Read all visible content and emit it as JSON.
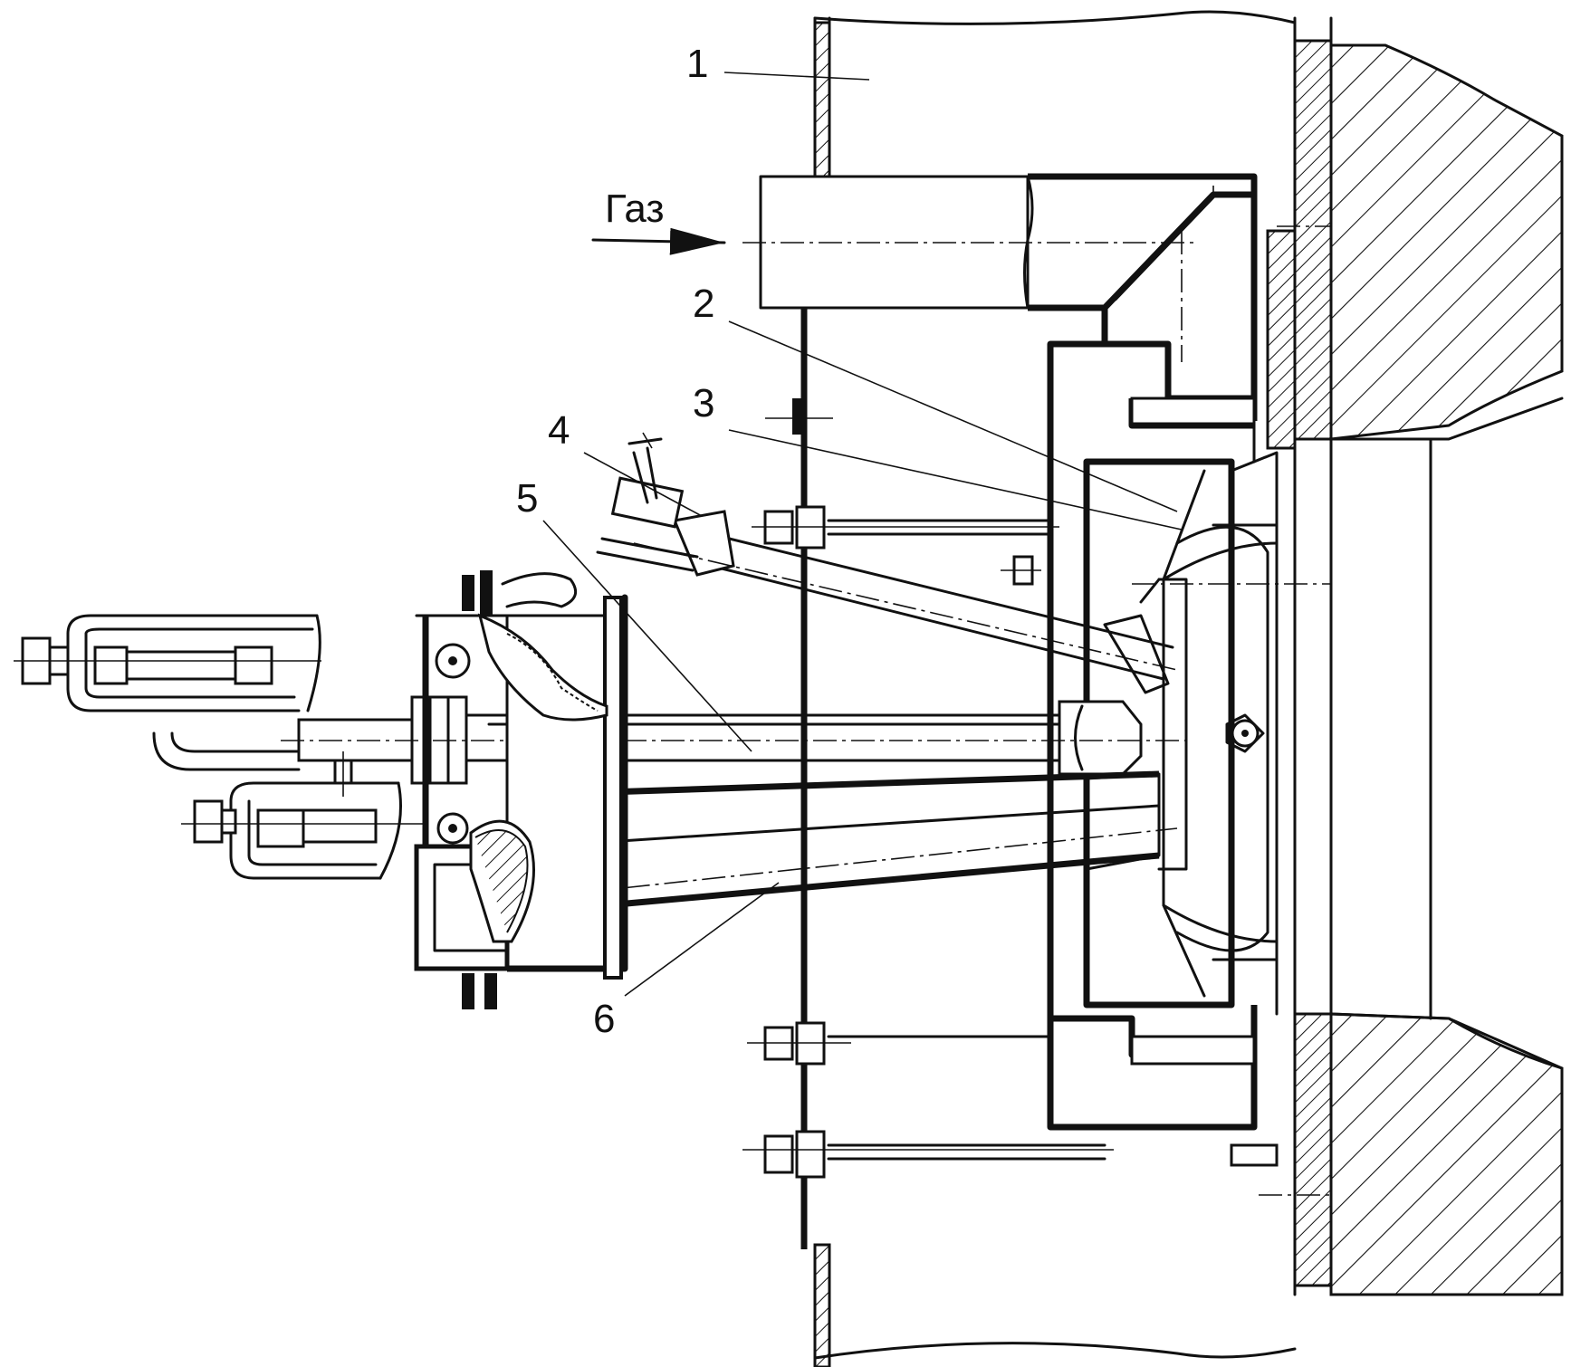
{
  "labels": {
    "gas": "Газ",
    "n1": "1",
    "n2": "2",
    "n3": "3",
    "n4": "4",
    "n5": "5",
    "n6": "6"
  },
  "colors": {
    "ink": "#111111",
    "paper": "#ffffff"
  }
}
